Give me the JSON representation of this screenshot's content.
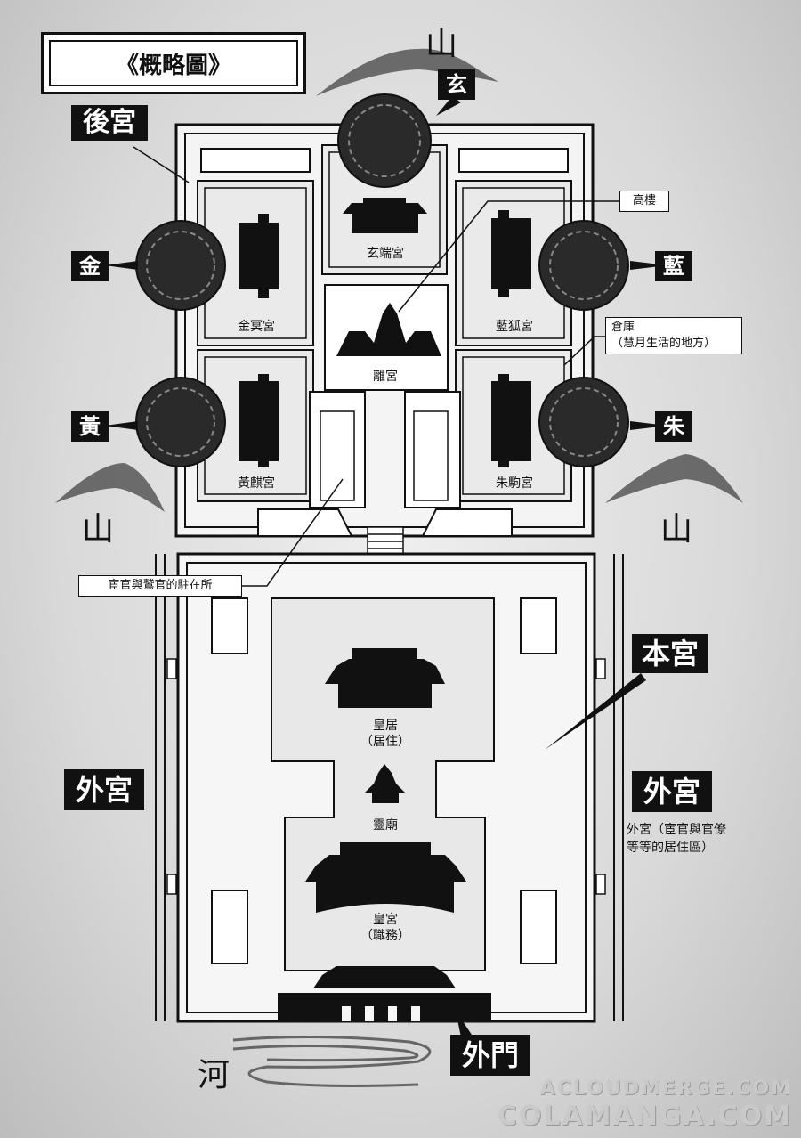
{
  "title": "《概略圖》",
  "regions": {
    "harem": "後宮",
    "main_palace": "本宮",
    "outer_palace_left": "外宮",
    "outer_palace_right": "外宮",
    "outer_gate": "外門"
  },
  "directions": {
    "north": "玄",
    "west_top": "金",
    "east_top": "藍",
    "west_bottom": "黃",
    "east_bottom": "朱"
  },
  "palaces": {
    "xuanduan": "玄端宮",
    "jinming": "金冥宮",
    "lanhu": "藍狐宮",
    "huangqi": "黃麒宮",
    "zhuju": "朱駒宮",
    "li": "離宮",
    "imperial_residence": "皇居",
    "imperial_residence_note": "（居住）",
    "spirit_temple": "靈廟",
    "imperial_palace": "皇宮",
    "imperial_palace_note": "（職務）"
  },
  "callouts": {
    "tower": "高樓",
    "warehouse": "倉庫",
    "warehouse_note": "（慧月生活的地方）",
    "eunuch_quarters": "宦官與鷲官的駐在所",
    "outer_palace_desc_1": "外宮（宦官與官僚",
    "outer_palace_desc_2": "等等的居住區）"
  },
  "terrain": {
    "mountain_top": "山",
    "mountain_left": "山",
    "mountain_right": "山",
    "river": "河"
  },
  "watermark": {
    "line1": "ACLOUDMERGE.COM",
    "line2": "COLAMANGA.COM"
  }
}
